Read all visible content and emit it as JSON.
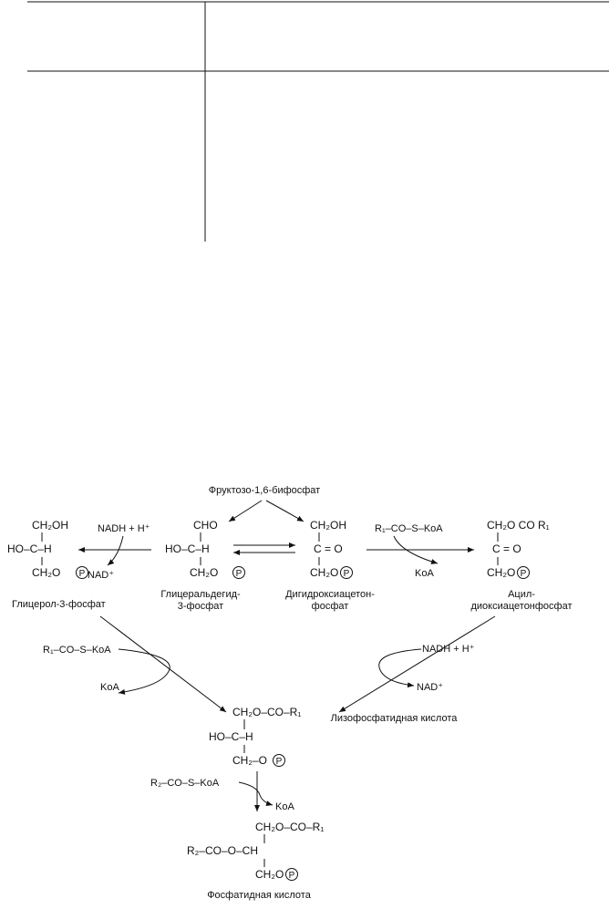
{
  "fructose": "Фруктозо-1,6-бифосфат",
  "compounds": {
    "glycerol3p": {
      "r1": "CH₂OH",
      "r2": "HO–C–H",
      "r3": "CH₂O",
      "name1": "Глицерол-3-фосфат"
    },
    "gap": {
      "r1": "CHO",
      "r2": "HO–C–H",
      "r3": "CH₂O",
      "name1": "Глицеральдегид-",
      "name2": "3-фосфат"
    },
    "dhap": {
      "r1": "CH₂OH",
      "r2": "C = O",
      "r3": "CH₂O",
      "name1": "Дигидроксиацетон-",
      "name2": "фосфат"
    },
    "acyl_dhap": {
      "r1": "CH₂O  CO  R₁",
      "r2": "C = O",
      "r3": "CH₂O",
      "name1": "Ацил-",
      "name2": "диоксиацетонфосфат"
    },
    "lysopa": {
      "r1": "CH₂O–CO–R₁",
      "r2": "HO–C–H",
      "r3": "CH₂–O",
      "name1": "Лизофосфатидная кислота"
    },
    "pa": {
      "r1": "CH₂O–CO–R₁",
      "r2": "R₂–CO–O–CH",
      "r3": "CH₂O",
      "name1": "Фосфатидная кислота"
    }
  },
  "reagents": {
    "nadh1": "NADH + H⁺",
    "nad1": "NAD⁺",
    "acylcoa1": "R₁–CO–S–KoA",
    "koa1": "KoA",
    "acylcoa2": "R₁–CO–S–KoA",
    "koa2": "KoA",
    "nadh2": "NADH + H⁺",
    "nad2": "NAD⁺",
    "acylcoa3": "R₂–CO–S–KoA",
    "koa3": "KoA"
  },
  "phosphate_symbol": "P"
}
